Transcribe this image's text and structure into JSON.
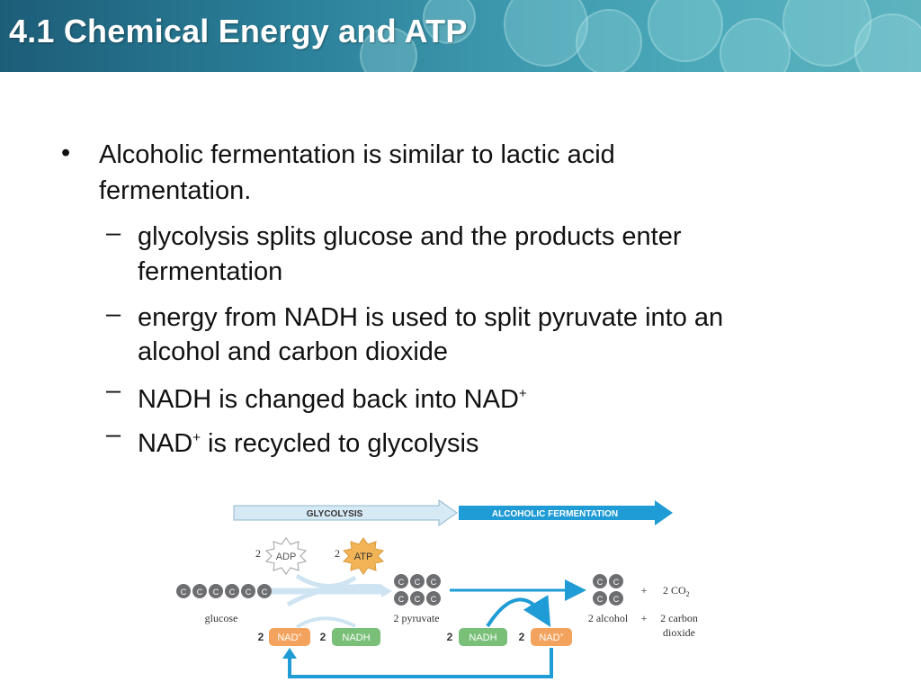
{
  "header": {
    "title": "4.1 Chemical Energy and ATP"
  },
  "content": {
    "bullet_glyph": "•",
    "dash_glyph": "–",
    "main_bullet": {
      "line1": "Alcoholic fermentation is similar to lactic acid",
      "line2": "fermentation."
    },
    "sub_bullets": [
      {
        "line1": "glycolysis splits glucose and the products enter",
        "line2": "fermentation"
      },
      {
        "line1": "energy from NADH is used to split pyruvate into an",
        "line2": "alcohol and carbon dioxide"
      },
      {
        "text": "NADH is changed back into NAD",
        "sup": "+"
      },
      {
        "text_a": "NAD",
        "sup": "+",
        "text_b": " is recycled to glycolysis"
      }
    ]
  },
  "diagram": {
    "banner_glycolysis": "GLYCOLYSIS",
    "banner_fermentation": "ALCOHOLIC FERMENTATION",
    "adp_count": "2",
    "adp_label": "ADP",
    "atp_count": "2",
    "atp_label": "ATP",
    "carbon": "C",
    "glucose_label": "glucose",
    "pyruvate_label": "2 pyruvate",
    "plus": "+",
    "co2_label": "2 CO",
    "co2_sub": "2",
    "alcohol_label": "2 alcohol",
    "plus2": "+",
    "carbon_dioxide_line1": "2 carbon",
    "carbon_dioxide_line2": "dioxide",
    "nad_count_left": "2",
    "nad_label": "NAD",
    "nad_sup": "+",
    "nadh_count_left": "2",
    "nadh_label": "NADH",
    "nadh_count_right": "2",
    "nad_count_right": "2",
    "colors": {
      "header_teal": "#2a7e98",
      "banner_light_blue": "#cfe6f4",
      "banner_blue": "#1f9bd5",
      "atp_gold": "#f2b456",
      "nad_orange": "#f4a35e",
      "nadh_green": "#79bf78",
      "arrow_blue": "#1f9bd5",
      "carbon_gray": "#6d6e71"
    }
  }
}
